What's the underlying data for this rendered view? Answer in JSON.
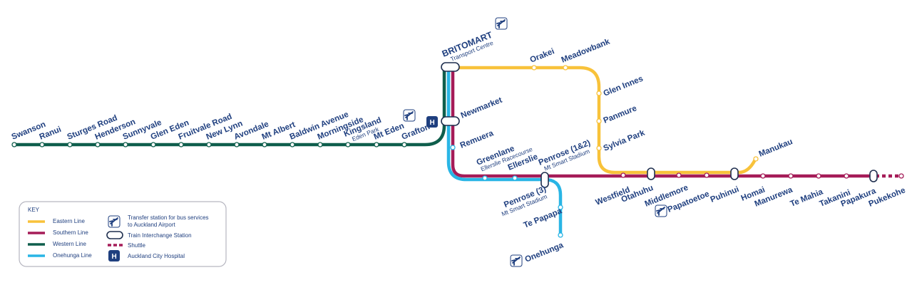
{
  "colors": {
    "eastern": "#f8c23a",
    "southern": "#a51c58",
    "western": "#0f5e4c",
    "onehunga": "#29b5e5",
    "text": "#1f3f7f"
  },
  "britomart": {
    "name": "BRITOMART",
    "sub": "Transport Centre"
  },
  "stations": {
    "swanson": "Swanson",
    "ranui": "Ranui",
    "sturges_road": "Sturges Road",
    "henderson": "Henderson",
    "sunnyvale": "Sunnyvale",
    "glen_eden": "Glen Eden",
    "fruitvale_road": "Fruitvale Road",
    "new_lynn": "New Lynn",
    "avondale": "Avondale",
    "mt_albert": "Mt Albert",
    "baldwin_avenue": "Baldwin Avenue",
    "morningside": "Morningside",
    "kingsland": "Kingsland",
    "kingsland_sub": "Eden Park",
    "mt_eden": "Mt Eden",
    "grafton": "Grafton",
    "newmarket": "Newmarket",
    "remuera": "Remuera",
    "greenlane": "Greenlane",
    "greenlane_sub": "Ellerslie Racecourse",
    "ellerslie": "Ellerslie",
    "penrose_12": "Penrose (1&2)",
    "penrose_12_sub": "Mt Smart Stadium",
    "penrose_3": "Penrose (3)",
    "penrose_3_sub": "Mt Smart Stadium",
    "te_papapa": "Te Papapa",
    "onehunga": "Onehunga",
    "orakei": "Orakei",
    "meadowbank": "Meadowbank",
    "glen_innes": "Glen Innes",
    "panmure": "Panmure",
    "sylvia_park": "Sylvia Park",
    "westfield": "Westfield",
    "otahuhu": "Otahuhu",
    "middlemore": "Middlemore",
    "papatoetoe": "Papatoetoe",
    "puhinui": "Puhinui",
    "manukau": "Manukau",
    "homai": "Homai",
    "manurewa": "Manurewa",
    "te_mahia": "Te Mahia",
    "takanini": "Takanini",
    "papakura": "Papakura",
    "pukekohe": "Pukekohe"
  },
  "key": {
    "title": "KEY",
    "eastern": "Eastern Line",
    "southern": "Southern Line",
    "western": "Western Line",
    "onehunga": "Onehunga Line",
    "airport_1": "Transfer station for bus services",
    "airport_2": "to Auckland Airport",
    "interchange": "Train Interchange Station",
    "shuttle": "Shuttle",
    "hospital": "Auckland City Hospital",
    "hospital_letter": "H"
  }
}
